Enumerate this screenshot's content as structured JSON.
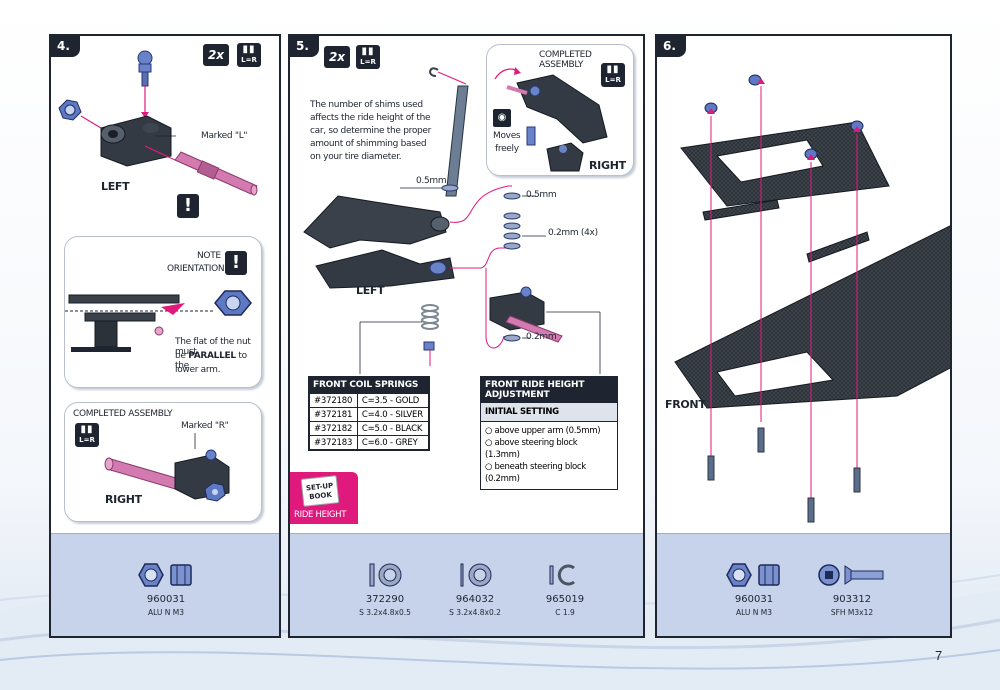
{
  "page_number": "7",
  "colors": {
    "accent": "#e0197d",
    "dark": "#1e2530",
    "parts_bg": "#c6d3ea",
    "nut": "#6a83c8"
  },
  "step4": {
    "step_label": "4.",
    "qty": "2x",
    "lr_badge": "L=R",
    "marked_l": "Marked \"L\"",
    "left_word": "LEFT",
    "note_title_1": "NOTE",
    "note_title_2": "ORIENTATION",
    "note_text_1": "The flat of the nut must",
    "note_text_2a": "be ",
    "note_text_2b": "PARALLEL",
    "note_text_2c": " to the",
    "note_text_3": "lower arm.",
    "completed_title": "COMPLETED ASSEMBLY",
    "marked_r": "Marked \"R\"",
    "right_word": "RIGHT",
    "parts": [
      {
        "code": "960031",
        "desc": "ALU N M3"
      }
    ]
  },
  "step5": {
    "step_label": "5.",
    "qty": "2x",
    "lr_badge": "L=R",
    "shim_note": [
      "The number of shims used",
      "affects the ride height of the",
      "car, so determine the proper",
      "amount of shimming based",
      "on your tire diameter."
    ],
    "completed_title": "COMPLETED ASSEMBLY",
    "moves_freely_1": "Moves",
    "moves_freely_2": "freely",
    "right_word": "RIGHT",
    "left_word": "LEFT",
    "shim_labels": {
      "a": "0.5mm",
      "b": "0.5mm",
      "c": "0.2mm (4x)",
      "d": "0.2mm"
    },
    "springs_table": {
      "title": "FRONT COIL SPRINGS",
      "rows": [
        [
          "#372180",
          "C=3.5 - GOLD"
        ],
        [
          "#372181",
          "C=4.0 - SILVER"
        ],
        [
          "#372182",
          "C=5.0 - BLACK"
        ],
        [
          "#372183",
          "C=6.0 - GREY"
        ]
      ]
    },
    "ride_height": {
      "title": "FRONT RIDE HEIGHT ADJUSTMENT",
      "subtitle": "INITIAL SETTING",
      "items": [
        "above upper arm (0.5mm)",
        "above steering block (1.3mm)",
        "beneath steering block (0.2mm)"
      ]
    },
    "setup_book": {
      "line1": "SET-UP",
      "line2": "BOOK",
      "caption": "RIDE HEIGHT"
    },
    "parts": [
      {
        "code": "372290",
        "desc": "S 3.2x4.8x0.5"
      },
      {
        "code": "964032",
        "desc": "S 3.2x4.8x0.2"
      },
      {
        "code": "965019",
        "desc": "C 1.9"
      }
    ]
  },
  "step6": {
    "step_label": "6.",
    "front_word": "FRONT",
    "parts": [
      {
        "code": "960031",
        "desc": "ALU N M3"
      },
      {
        "code": "903312",
        "desc": "SFH M3x12"
      }
    ]
  }
}
